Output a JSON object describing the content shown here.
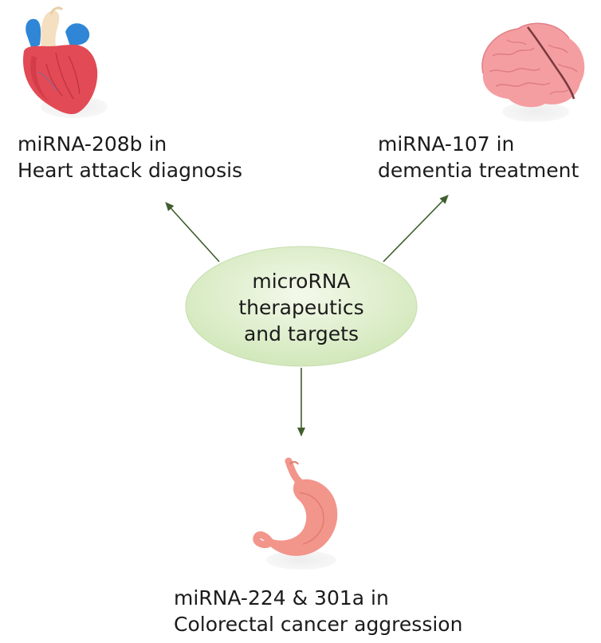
{
  "center": {
    "lines": [
      "microRNA",
      "therapeutics",
      "and targets"
    ],
    "fill": "#dcedc8",
    "stroke": "#c5deae"
  },
  "targets": [
    {
      "icon": "heart-icon",
      "lines": [
        "miRNA-208b in",
        "Heart attack diagnosis"
      ]
    },
    {
      "icon": "brain-icon",
      "lines": [
        "miRNA-107 in",
        "dementia treatment"
      ]
    },
    {
      "icon": "stomach-icon",
      "lines": [
        "miRNA-224 & 301a in",
        "Colorectal cancer aggression"
      ]
    }
  ],
  "colors": {
    "arrow": "#3f5e2e",
    "heart": "#e24a55",
    "vessel_blue": "#2f86d6",
    "vessel_cream": "#f4dfc0",
    "brain": "#f49ea1",
    "stomach": "#f2958b"
  }
}
